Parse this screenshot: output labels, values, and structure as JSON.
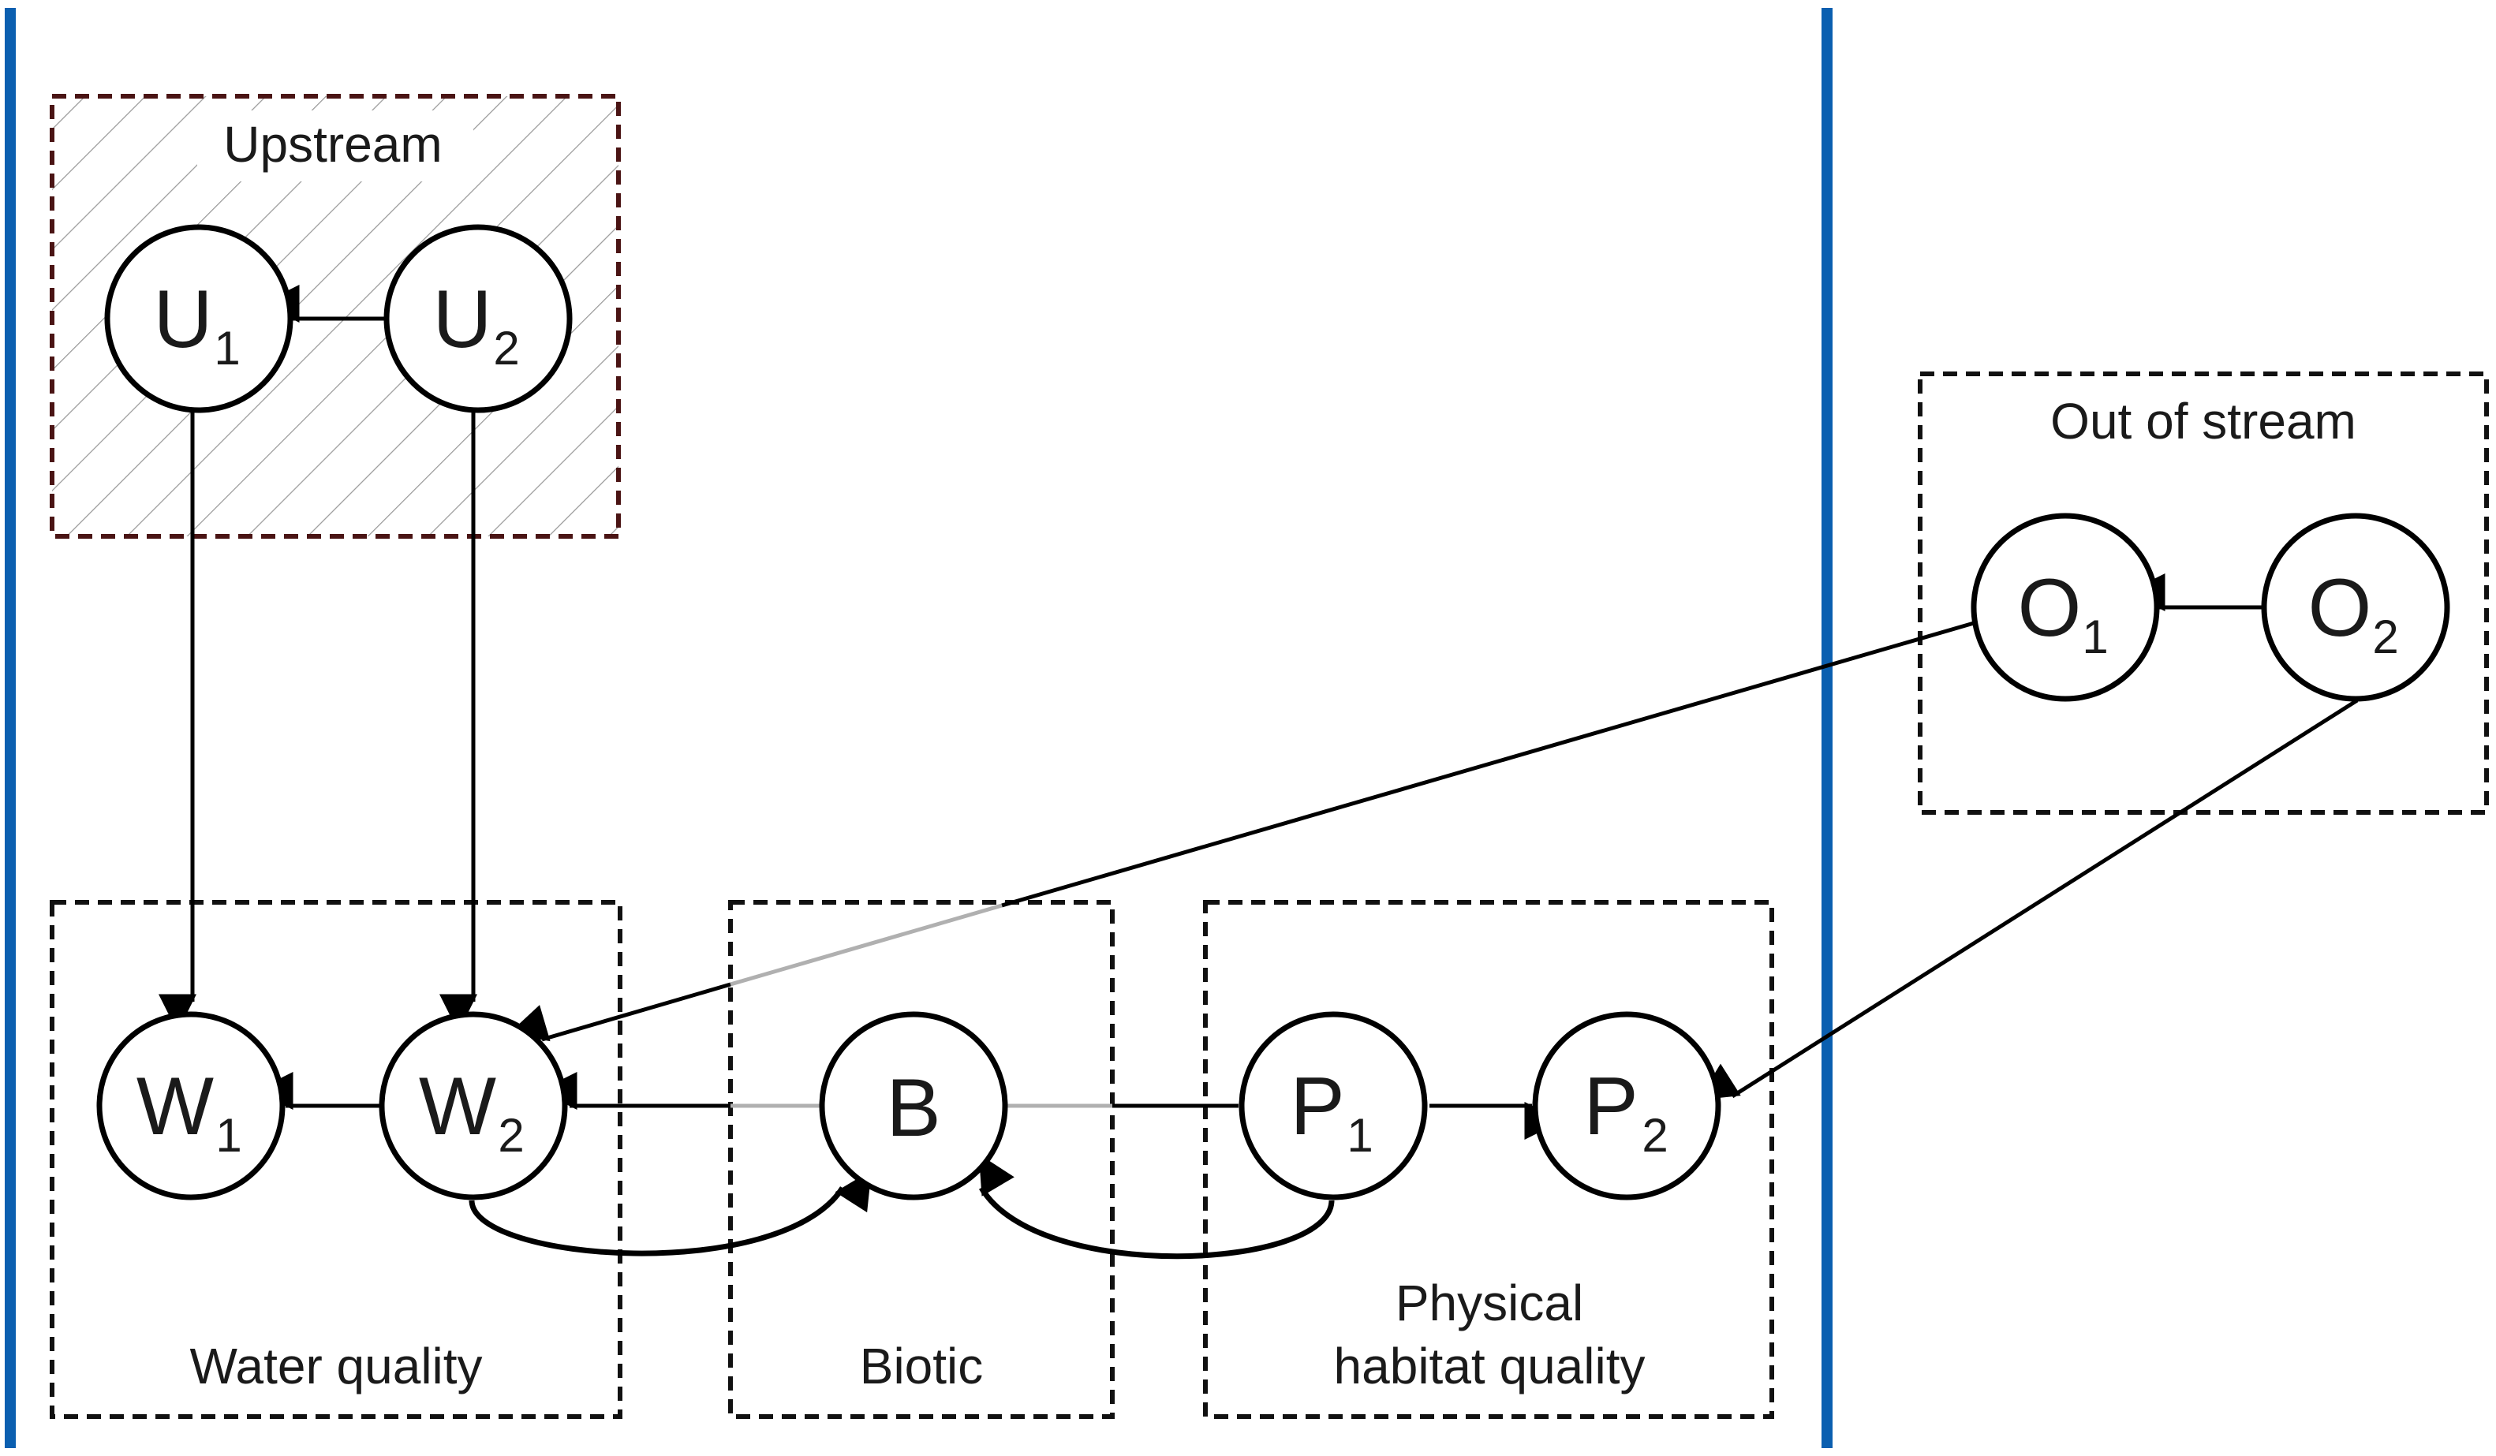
{
  "colors": {
    "divider": "#0b5fb0",
    "upstream_border": "#4a1414",
    "box_border": "#111111",
    "hatch": "#9a9a9a",
    "edge": "#000000",
    "edge_light": "#b0b0b0"
  },
  "groups": {
    "upstream": "Upstream",
    "out_of_stream": "Out of stream",
    "water_quality": "Water quality",
    "biotic": "Biotic",
    "physical_line1": "Physical",
    "physical_line2": "habitat quality"
  },
  "nodes": {
    "U1": {
      "letter": "U",
      "sub": "1"
    },
    "U2": {
      "letter": "U",
      "sub": "2"
    },
    "O1": {
      "letter": "O",
      "sub": "1"
    },
    "O2": {
      "letter": "O",
      "sub": "2"
    },
    "W1": {
      "letter": "W",
      "sub": "1"
    },
    "W2": {
      "letter": "W",
      "sub": "2"
    },
    "B": {
      "letter": "B",
      "sub": ""
    },
    "P1": {
      "letter": "P",
      "sub": "1"
    },
    "P2": {
      "letter": "P",
      "sub": "2"
    }
  },
  "edges": [
    {
      "from": "U2",
      "to": "U1"
    },
    {
      "from": "U1",
      "to": "W1"
    },
    {
      "from": "U2",
      "to": "W2"
    },
    {
      "from": "O2",
      "to": "O1"
    },
    {
      "from": "O1",
      "to": "W2"
    },
    {
      "from": "O2",
      "to": "P2"
    },
    {
      "from": "W2",
      "to": "W1"
    },
    {
      "from": "B",
      "to": "W2"
    },
    {
      "from": "P1",
      "to": "B"
    },
    {
      "from": "P1",
      "to": "P2"
    },
    {
      "from": "W2",
      "to": "B"
    }
  ]
}
